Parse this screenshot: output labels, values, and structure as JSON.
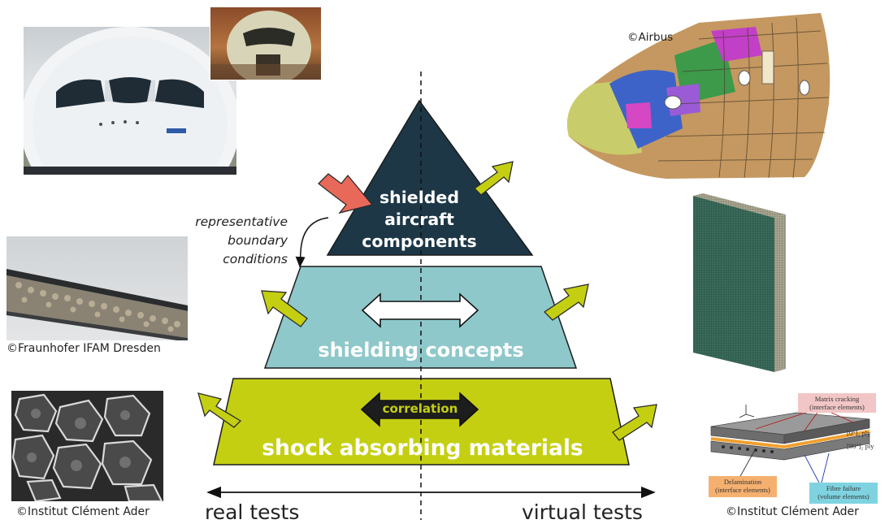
{
  "pyramid": {
    "top": [
      "shielded",
      "aircraft",
      "components"
    ],
    "middle": "shielding concepts",
    "bottom": "shock absorbing materials",
    "correlation_labels": [
      "correlation",
      "correlation"
    ]
  },
  "boundary_note": [
    "representative",
    "boundary",
    "conditions"
  ],
  "axis": {
    "left": "real tests",
    "right": "virtual tests"
  },
  "credits": {
    "airbus": "©Airbus",
    "fraunhofer": "©Fraunhofer IFAM Dresden",
    "ica_left": "©Institut Clément Ader",
    "ica_right": "©Institut Clément Ader"
  },
  "laminate": {
    "matrix_cracking": [
      "Matrix cracking",
      "(interface elements)"
    ],
    "delamination": [
      "Delamination",
      "(interface elements)"
    ],
    "fibre_failure": [
      "Fibre failure",
      "(volume elements)"
    ],
    "ply_top": "[0°]₂ ply",
    "ply_bottom": "[90°]₂ ply"
  },
  "colors": {
    "top_tier": "#1d3747",
    "middle_tier": "#8ec8cb",
    "bottom_tier": "#c4cf12",
    "impact_arrow": "#e8695a",
    "output_arrow": "#c4cf12"
  }
}
